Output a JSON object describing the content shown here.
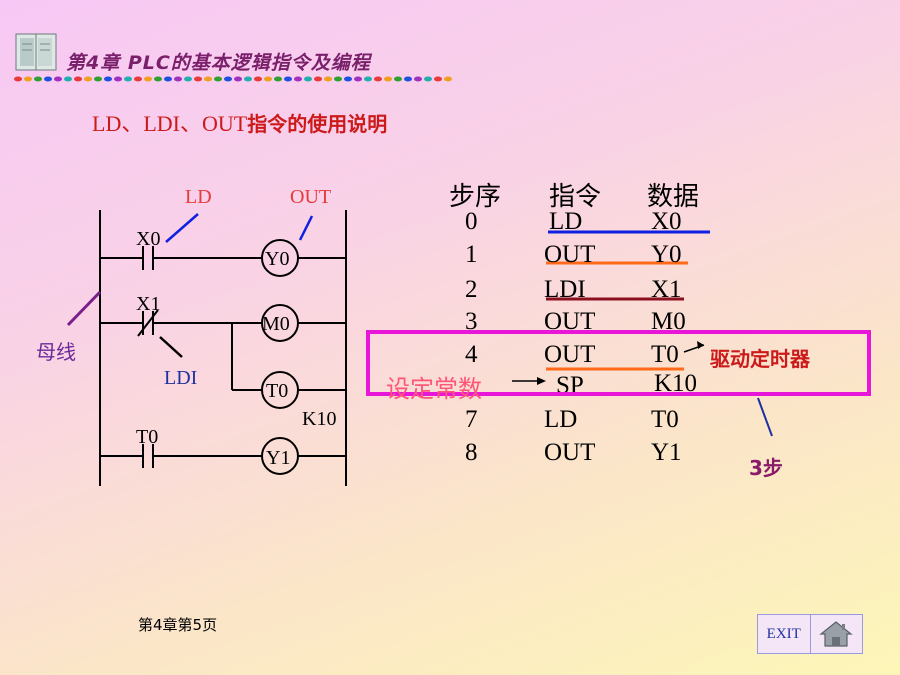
{
  "header": {
    "title": "第4章 PLC的基本逻辑指令及编程"
  },
  "subtitle": {
    "prefix": "LD、LDI、OUT",
    "suffix": "指令的使用说明"
  },
  "ladder": {
    "label_ld": "LD",
    "label_out": "OUT",
    "label_busbar": "母线",
    "label_ldi": "LDI",
    "contact_x0": "X0",
    "contact_x1": "X1",
    "contact_t0": "T0",
    "coil_y0": "Y0",
    "coil_m0": "M0",
    "coil_t0": "T0",
    "coil_y1": "Y1",
    "timer_k": "K10"
  },
  "program_table": {
    "headers": [
      "步序",
      "指令",
      "数据"
    ],
    "rows": [
      {
        "step": "0",
        "instr": "LD",
        "data": "X0"
      },
      {
        "step": "1",
        "instr": "OUT",
        "data": "Y0"
      },
      {
        "step": "2",
        "instr": "LDI",
        "data": "X1"
      },
      {
        "step": "3",
        "instr": "OUT",
        "data": "M0"
      },
      {
        "step": "4",
        "instr": "OUT",
        "data": "T0"
      },
      {
        "step": "",
        "instr": "SP",
        "data": "K10"
      },
      {
        "step": "7",
        "instr": "LD",
        "data": "T0"
      },
      {
        "step": "8",
        "instr": "OUT",
        "data": "Y1"
      }
    ]
  },
  "annotations": {
    "drive_timer": "驱动定时器",
    "set_constant": "设定常数",
    "three_steps": "3步"
  },
  "footer": {
    "page": "第4章第5页",
    "exit_label": "EXIT"
  },
  "colors": {
    "accent_magenta": "#e816d8",
    "blue_line": "#1020e0",
    "orange_line": "#ff6a1a",
    "dark_red_line": "#8a1020"
  }
}
